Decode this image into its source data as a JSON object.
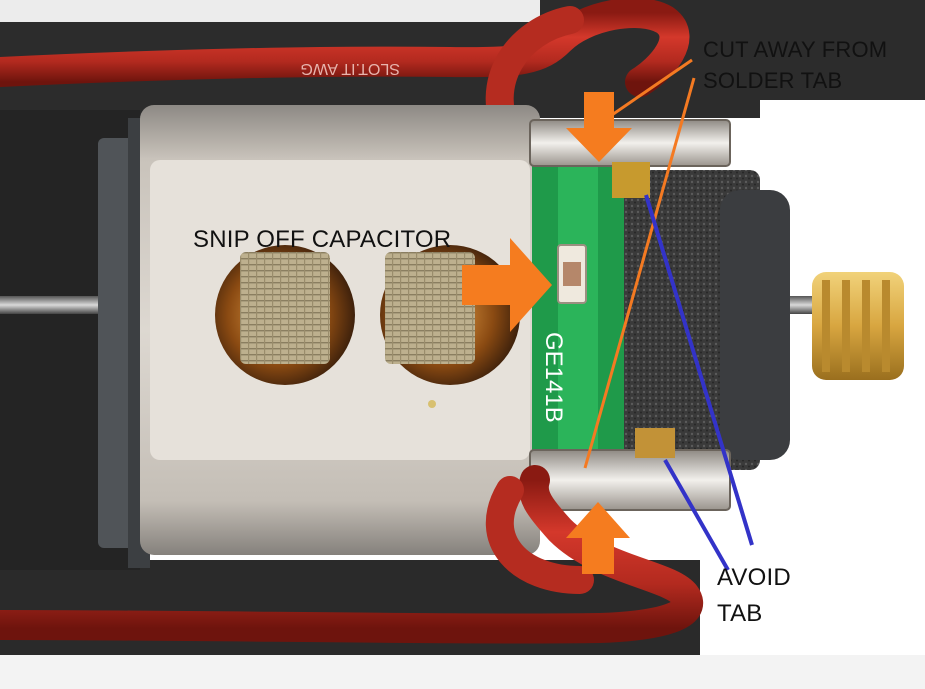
{
  "image": {
    "description_subject": "slot car motor photograph with annotations",
    "board_marking": "GE141B",
    "wire_print": "SLOT.IT AWG"
  },
  "annotations": {
    "snip_capacitor": "SNIP OFF CAPACITOR",
    "cut_away_line1": "CUT AWAY FROM",
    "cut_away_line2": "SOLDER TAB",
    "avoid_line1": "AVOID",
    "avoid_line2": "TAB"
  },
  "colors": {
    "arrow": "#f57c1f",
    "orange_line": "#f47a22",
    "blue_line": "#3333c8",
    "pcb_green": "#1f9a4a",
    "wire_red": "#c0271c",
    "can_gray": "#c9c3bb",
    "pinion_gold": "#d8a640"
  }
}
